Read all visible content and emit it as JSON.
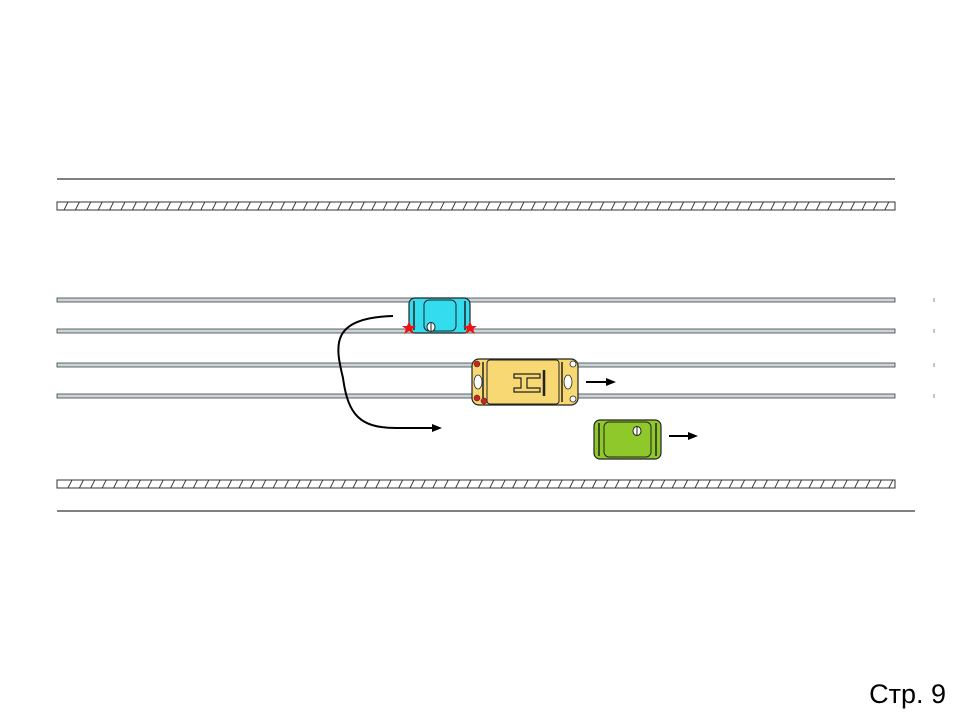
{
  "page": {
    "label": "Стр. 9"
  },
  "colors": {
    "road_edge": "#000000",
    "rail": "#b8c8d0",
    "rail_outline": "#404040",
    "cyan_car": "#33ddee",
    "tram": "#f7d873",
    "green_car": "#8ec82a",
    "hazard": "#ee1111",
    "light_red": "#cc2222",
    "light_white": "#ffffff"
  },
  "vehicles": [
    {
      "name": "cyan-car",
      "color": "cyan_car",
      "direction": "stopped",
      "hazard_lights": true
    },
    {
      "name": "tram",
      "color": "tram",
      "direction": "right",
      "hazard_lights": false
    },
    {
      "name": "green-car",
      "color": "green_car",
      "direction": "right",
      "hazard_lights": false
    }
  ],
  "maneuver": {
    "type": "u-turn",
    "direction": "right"
  }
}
